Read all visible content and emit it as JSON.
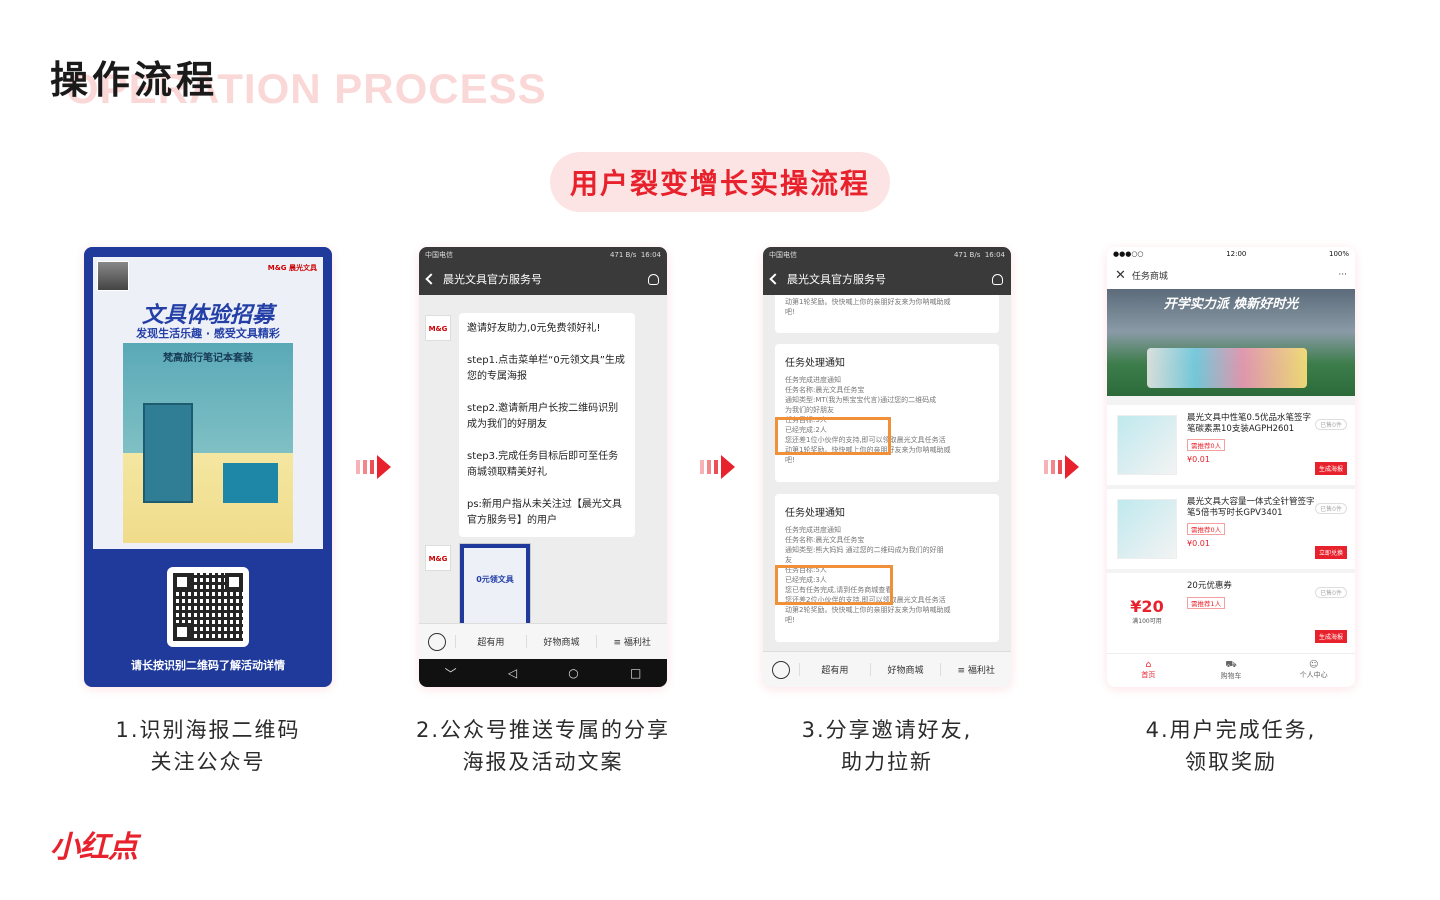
{
  "header": {
    "title": "操作流程",
    "title_en": "OPERATION PROCESS"
  },
  "banner": {
    "label": "用户裂变增长实操流程"
  },
  "steps": [
    {
      "caption_line1": "1.识别海报二维码",
      "caption_line2": "关注公众号"
    },
    {
      "caption_line1": "2.公众号推送专属的分享",
      "caption_line2": "海报及活动文案"
    },
    {
      "caption_line1": "3.分享邀请好友,",
      "caption_line2": "助力拉新"
    },
    {
      "caption_line1": "4.用户完成任务,",
      "caption_line2": "领取奖励"
    }
  ],
  "poster": {
    "title": "文具体验招募",
    "subtitle": "发现生活乐趣 · 感受文具精彩",
    "product": "梵高旅行笔记本套装",
    "qr_hint": "请长按识别二维码了解活动详情",
    "brand": "M&G 晨光文具"
  },
  "phone2": {
    "carrier": "中国电信",
    "speed": "471 B/s",
    "time": "16:04",
    "account": "晨光文具官方服务号",
    "avatar_text": "M&G",
    "messages": [
      "邀请好友助力,0元免费领好礼!",
      "step1.点击菜单栏“0元领文具”生成您的专属海报",
      "step2.邀请新用户长按二维码识别成为我们的好朋友",
      "step3.完成任务目标后即可至任务商城领取精美好礼",
      "ps:新用户指从未关注过【晨光文具官方服务号】的用户"
    ],
    "mini_poster": "0元领文具",
    "menu": [
      "超有用",
      "好物商城",
      "≡ 福利社"
    ],
    "android_keys": [
      "﹀",
      "◁",
      "○",
      "□"
    ]
  },
  "phone3": {
    "carrier": "中国电信",
    "speed": "471 B/s",
    "time": "16:04",
    "account": "晨光文具官方服务号",
    "top_note": [
      "动第1轮奖励。快快喊上你的亲朋好友来为你呐喊助威",
      "吧!"
    ],
    "cards": [
      {
        "title": "任务处理通知",
        "lines": [
          "任务完成进度通知",
          "任务名称:晨光文具任务宝",
          "通知类型:MT(我为熊宝宝代言)通过您的二维码成",
          "为我们的好朋友",
          "任务目标:3人",
          "已经完成:2人",
          "您还差1位小伙伴的支持,即可以领取晨光文具任务活",
          "动第1轮奖励。快快喊上你的亲朋好友来为你呐喊助威",
          "吧!"
        ]
      },
      {
        "title": "任务处理通知",
        "lines": [
          "任务完成进度通知",
          "任务名称:晨光文具任务宝",
          "通知类型:熊大妈妈 通过您的二维码成为我们的好朋",
          "友",
          "任务目标:5人",
          "已经完成:3人",
          "您已有任务完成,请到任务商城查看",
          "您还差2位小伙伴的支持,即可以领取晨光文具任务活",
          "动第2轮奖励。快快喊上你的亲朋好友来为你呐喊助威",
          "吧!"
        ]
      }
    ],
    "menu": [
      "超有用",
      "好物商城",
      "≡ 福利社"
    ]
  },
  "phone4": {
    "signal": "●●●○○",
    "time": "12:00",
    "battery": "100%",
    "title": "任务商城",
    "more": "···",
    "banner_text": "开学实力派 焕新好时光",
    "products": [
      {
        "name": "晨光文具中性笔0.5优品水笔签字笔碳素黑10支装AGPH2601",
        "tag": "需推荐0人",
        "price": "¥0.01",
        "sold": "已售0件",
        "button": "生成海报"
      },
      {
        "name": "晨光文具大容量一体式全针管签字笔5倍书写时长GPV3401",
        "tag": "需推荐0人",
        "price": "¥0.01",
        "sold": "已售0件",
        "button": "立即兑换"
      },
      {
        "name": "20元优惠券",
        "tag": "需推荐1人",
        "coupon_value": "¥20",
        "coupon_cond": "满100可用",
        "sold": "已售0件",
        "button": "生成海报"
      }
    ],
    "tabs": [
      {
        "icon": "⌂",
        "label": "首页"
      },
      {
        "icon": "⛟",
        "label": "购物车"
      },
      {
        "icon": "☺",
        "label": "个人中心"
      }
    ]
  },
  "logo": "小红点",
  "colors": {
    "accent": "#e8222c",
    "highlight": "#f0913a",
    "poster_blue": "#1f3a9a"
  }
}
